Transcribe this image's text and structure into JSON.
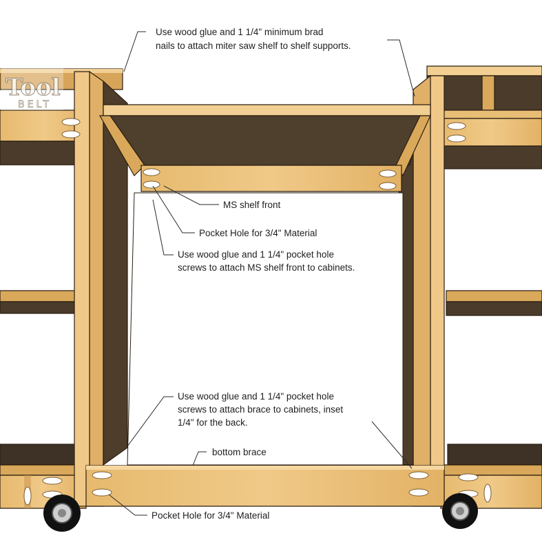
{
  "logo": {
    "line1": "Tool",
    "line2": "BELT"
  },
  "notes": {
    "top_line1": "Use wood glue and 1 1/4\" minimum brad",
    "top_line2": "nails to attach miter saw shelf to shelf supports.",
    "ms_front": "MS shelf front",
    "pocket_top": "Pocket Hole for 3/4\" Material",
    "mid_line1": "Use wood glue and 1 1/4\" pocket hole",
    "mid_line2": "screws to attach MS shelf front to cabinets.",
    "brace_line1": "Use wood glue and 1 1/4\" pocket hole",
    "brace_line2": "screws to attach brace to cabinets, inset",
    "brace_line3": "1/4\" for the back.",
    "bottom_brace": "bottom brace",
    "pocket_bottom": "Pocket Hole for 3/4\" Material"
  },
  "colors": {
    "wood_light": "#e8c07a",
    "wood_mid": "#d9a85a",
    "wood_shadow": "#5a4630",
    "wood_dark": "#3e3226",
    "edge": "#2a1e10"
  },
  "icons": [
    "pocket-hole-icon",
    "caster-wheel-icon"
  ]
}
